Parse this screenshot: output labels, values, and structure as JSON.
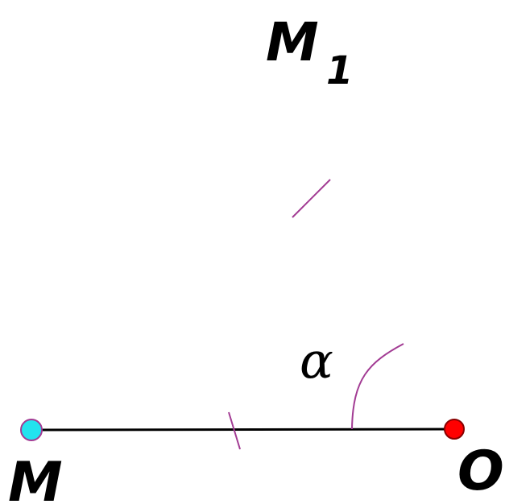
{
  "labels": {
    "point_m": "M",
    "point_m1_base": "M",
    "point_m1_sub": "1",
    "point_o": "O",
    "angle": "α"
  },
  "colors": {
    "background": "#ffffff",
    "segment": "#000000",
    "tick_marks": "#a23b93",
    "arc": "#a23b93",
    "point_m_fill": "#22e3ef",
    "point_m_stroke": "#a23b93",
    "point_o_fill": "#ff0000",
    "point_o_stroke": "#880000",
    "text": "#000000"
  }
}
